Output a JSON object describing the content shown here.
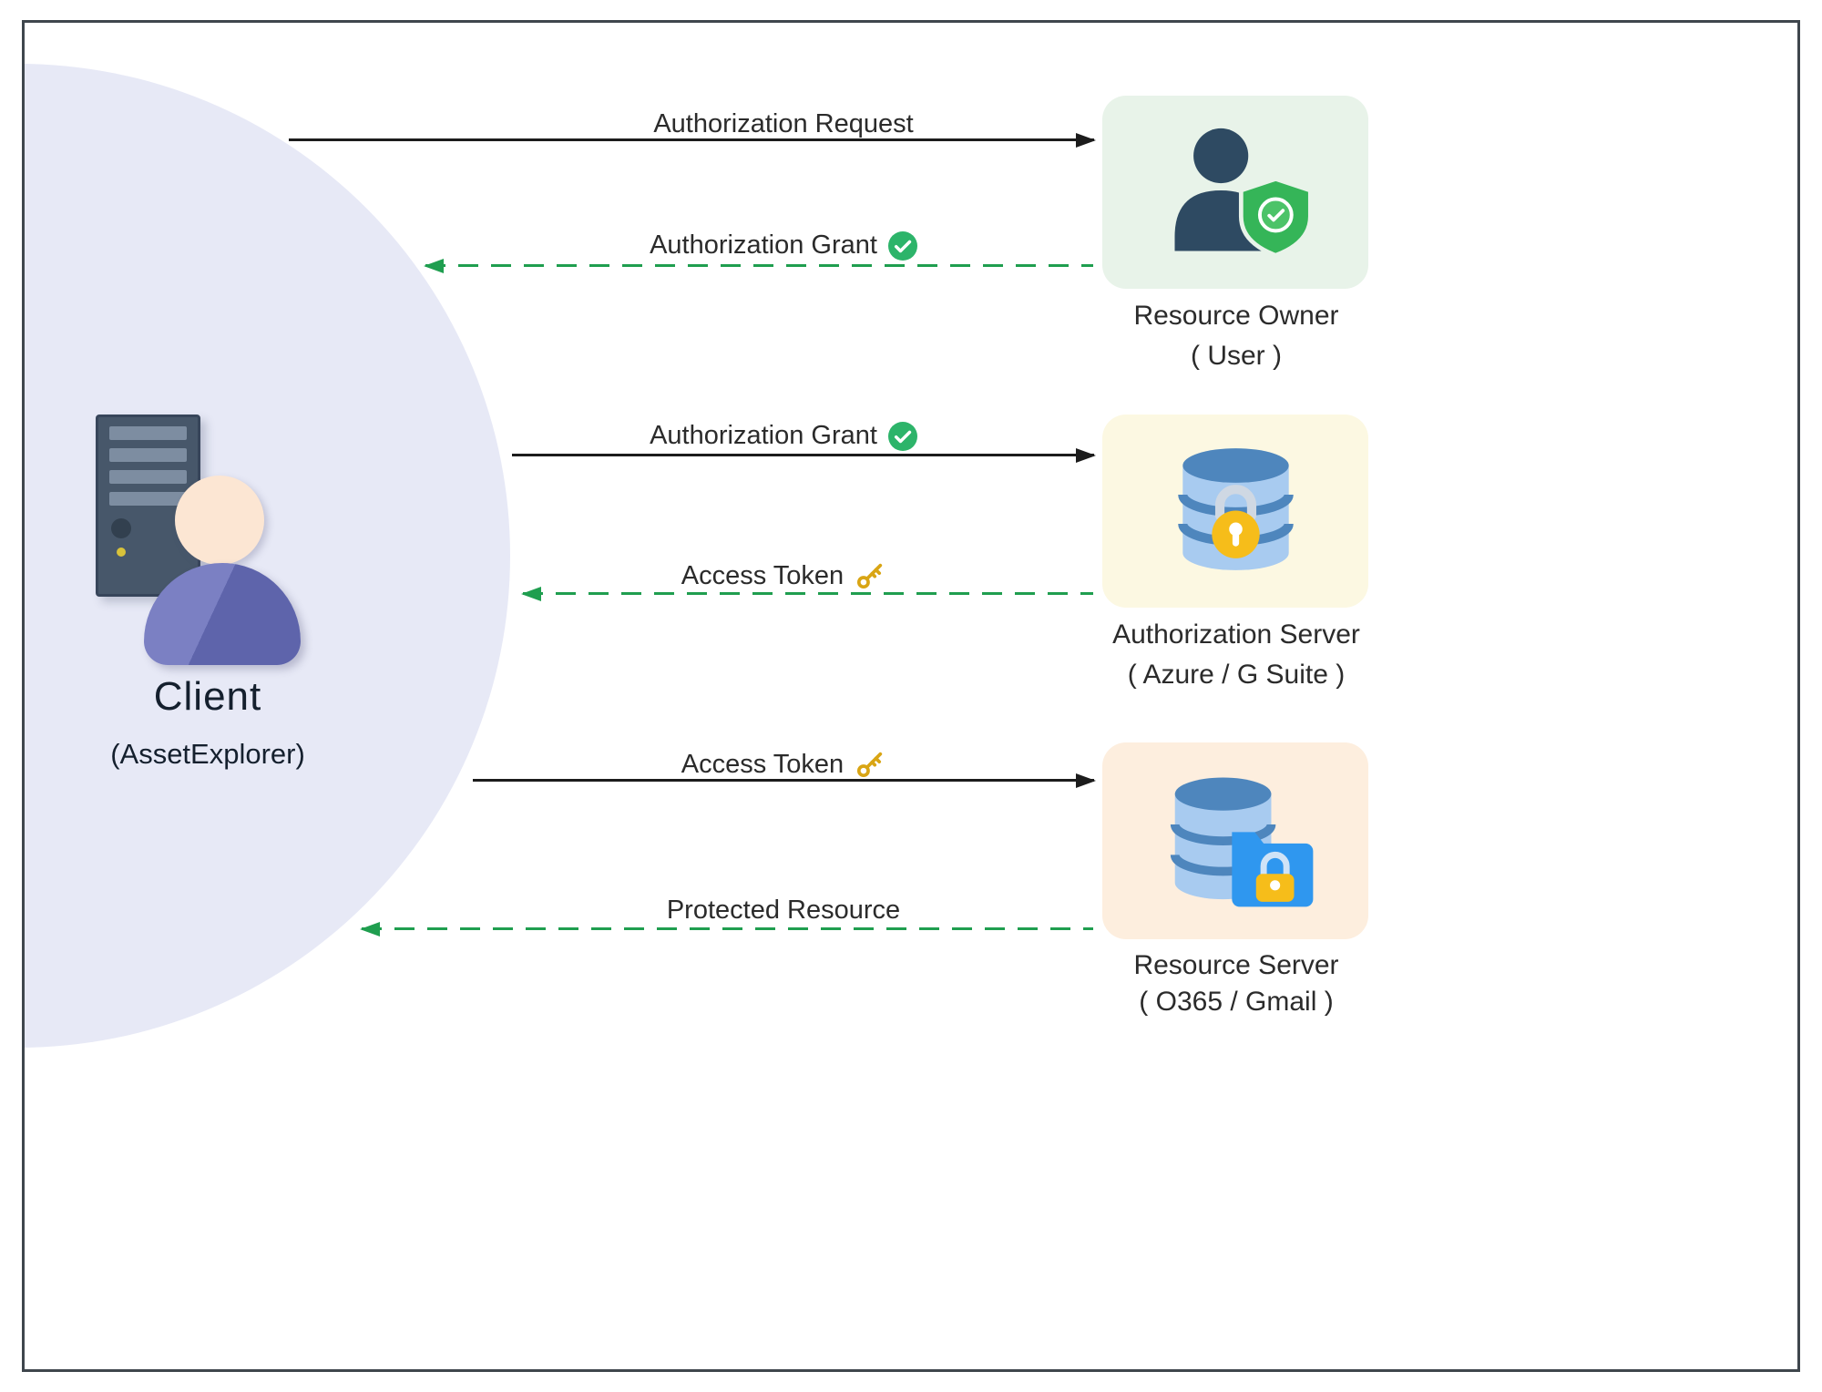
{
  "client": {
    "title": "Client",
    "subtitle": "(AssetExplorer)"
  },
  "nodes": [
    {
      "id": "resource-owner",
      "title": "Resource Owner",
      "subtitle": "( User )"
    },
    {
      "id": "authorization-server",
      "title": "Authorization Server",
      "subtitle": "( Azure / G Suite )"
    },
    {
      "id": "resource-server",
      "title": "Resource Server",
      "subtitle": "( O365 / Gmail )"
    }
  ],
  "arrows": [
    {
      "label": "Authorization Request",
      "from": "client",
      "to": "resource-owner",
      "style": "solid-black",
      "badge": "none"
    },
    {
      "label": "Authorization Grant",
      "from": "resource-owner",
      "to": "client",
      "style": "dashed-green",
      "badge": "check"
    },
    {
      "label": "Authorization Grant",
      "from": "client",
      "to": "authorization-server",
      "style": "solid-black",
      "badge": "check"
    },
    {
      "label": "Access Token",
      "from": "authorization-server",
      "to": "client",
      "style": "dashed-green",
      "badge": "key"
    },
    {
      "label": "Access Token",
      "from": "client",
      "to": "resource-server",
      "style": "solid-black",
      "badge": "key"
    },
    {
      "label": "Protected Resource",
      "from": "resource-server",
      "to": "client",
      "style": "dashed-green",
      "badge": "none"
    }
  ],
  "colors": {
    "solid_arrow": "#1c1c1c",
    "dashed_arrow": "#1f9e4f",
    "check_badge": "#2db46a",
    "key_icon": "#d9a514",
    "client_bubble": "#e7e9f6",
    "resource_owner_bg": "#e8f3e9",
    "authorization_server_bg": "#fcf8e2",
    "resource_server_bg": "#fdeede"
  }
}
